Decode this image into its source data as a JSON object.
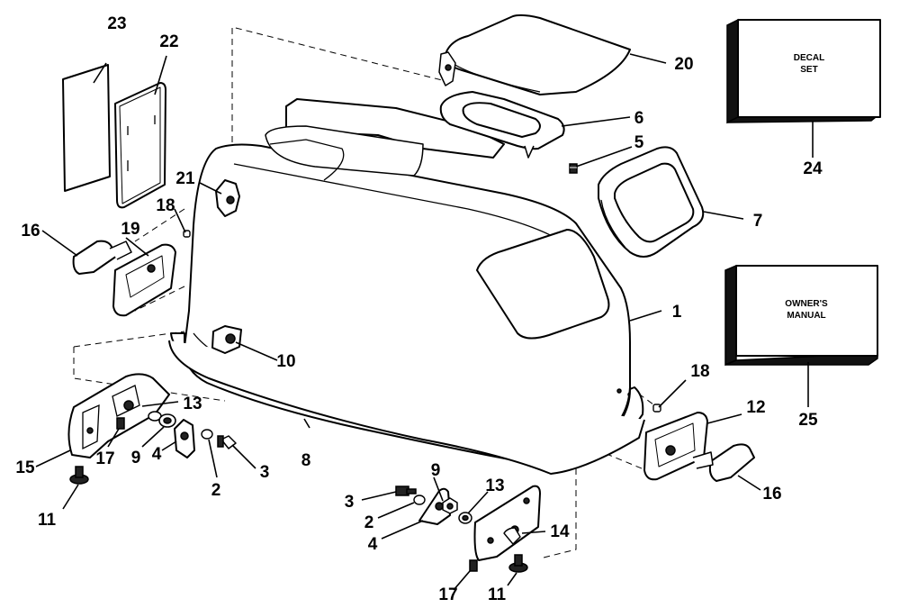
{
  "boxes": {
    "decal": {
      "line1": "DECAL",
      "line2": "SET"
    },
    "manual": {
      "line1": "OWNER'S",
      "line2": "MANUAL"
    }
  },
  "callouts": [
    {
      "id": "c1",
      "label": "1"
    },
    {
      "id": "c2a",
      "label": "2"
    },
    {
      "id": "c2b",
      "label": "2"
    },
    {
      "id": "c3a",
      "label": "3"
    },
    {
      "id": "c3b",
      "label": "3"
    },
    {
      "id": "c4a",
      "label": "4"
    },
    {
      "id": "c4b",
      "label": "4"
    },
    {
      "id": "c5",
      "label": "5"
    },
    {
      "id": "c6",
      "label": "6"
    },
    {
      "id": "c7",
      "label": "7"
    },
    {
      "id": "c8",
      "label": "8"
    },
    {
      "id": "c9a",
      "label": "9"
    },
    {
      "id": "c9b",
      "label": "9"
    },
    {
      "id": "c10",
      "label": "10"
    },
    {
      "id": "c11a",
      "label": "11"
    },
    {
      "id": "c11b",
      "label": "11"
    },
    {
      "id": "c12",
      "label": "12"
    },
    {
      "id": "c13a",
      "label": "13"
    },
    {
      "id": "c13b",
      "label": "13"
    },
    {
      "id": "c14",
      "label": "14"
    },
    {
      "id": "c15",
      "label": "15"
    },
    {
      "id": "c16a",
      "label": "16"
    },
    {
      "id": "c16b",
      "label": "16"
    },
    {
      "id": "c17a",
      "label": "17"
    },
    {
      "id": "c17b",
      "label": "17"
    },
    {
      "id": "c18a",
      "label": "18"
    },
    {
      "id": "c18b",
      "label": "18"
    },
    {
      "id": "c19",
      "label": "19"
    },
    {
      "id": "c20",
      "label": "20"
    },
    {
      "id": "c21",
      "label": "21"
    },
    {
      "id": "c22",
      "label": "22"
    },
    {
      "id": "c23",
      "label": "23"
    },
    {
      "id": "c24",
      "label": "24"
    },
    {
      "id": "c25",
      "label": "25"
    }
  ]
}
